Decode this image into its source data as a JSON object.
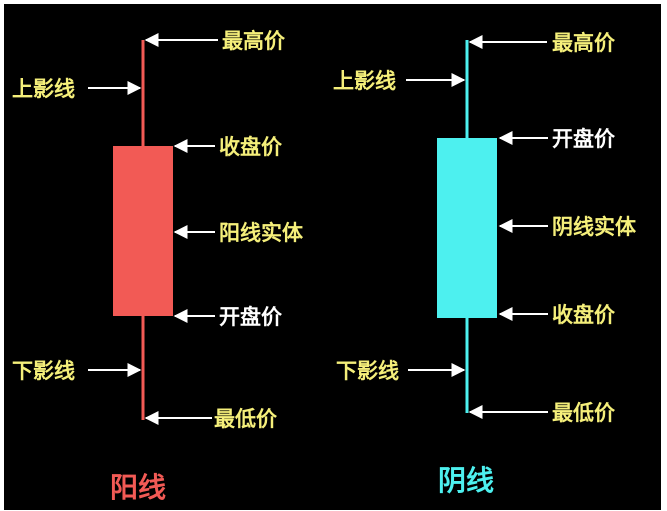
{
  "colors": {
    "background": "#000000",
    "yang_body": "#f25a55",
    "yin_body": "#4df0ef",
    "label_yellow": "#f5ef7a",
    "label_white": "#ffffff",
    "arrow_white": "#ffffff"
  },
  "yang": {
    "upper_shadow": "上影线",
    "high_price": "最高价",
    "close_price": "收盘价",
    "body": "阳线实体",
    "open_price": "开盘价",
    "lower_shadow": "下影线",
    "low_price": "最低价",
    "caption": "阳线"
  },
  "yin": {
    "upper_shadow": "上影线",
    "high_price": "最高价",
    "open_price": "开盘价",
    "body": "阴线实体",
    "close_price": "收盘价",
    "lower_shadow": "下影线",
    "low_price": "最低价",
    "caption": "阴线"
  }
}
